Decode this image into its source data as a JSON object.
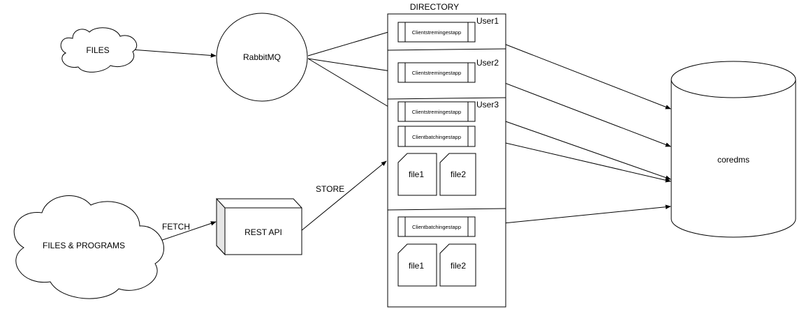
{
  "nodes": {
    "files": "FILES",
    "rabbitmq": "RabbitMQ",
    "files_programs": "FILES & PROGRAMS",
    "rest_api": "REST API",
    "coredms": "coredms"
  },
  "edges": {
    "fetch": "FETCH",
    "store": "STORE"
  },
  "directory": {
    "title": "DIRECTORY",
    "users": [
      "User1",
      "User2",
      "User3"
    ],
    "apps": {
      "streaming": "Clientstremingestapp",
      "batching": "Clientbatchingestapp"
    },
    "files": [
      "file1",
      "file2"
    ]
  }
}
